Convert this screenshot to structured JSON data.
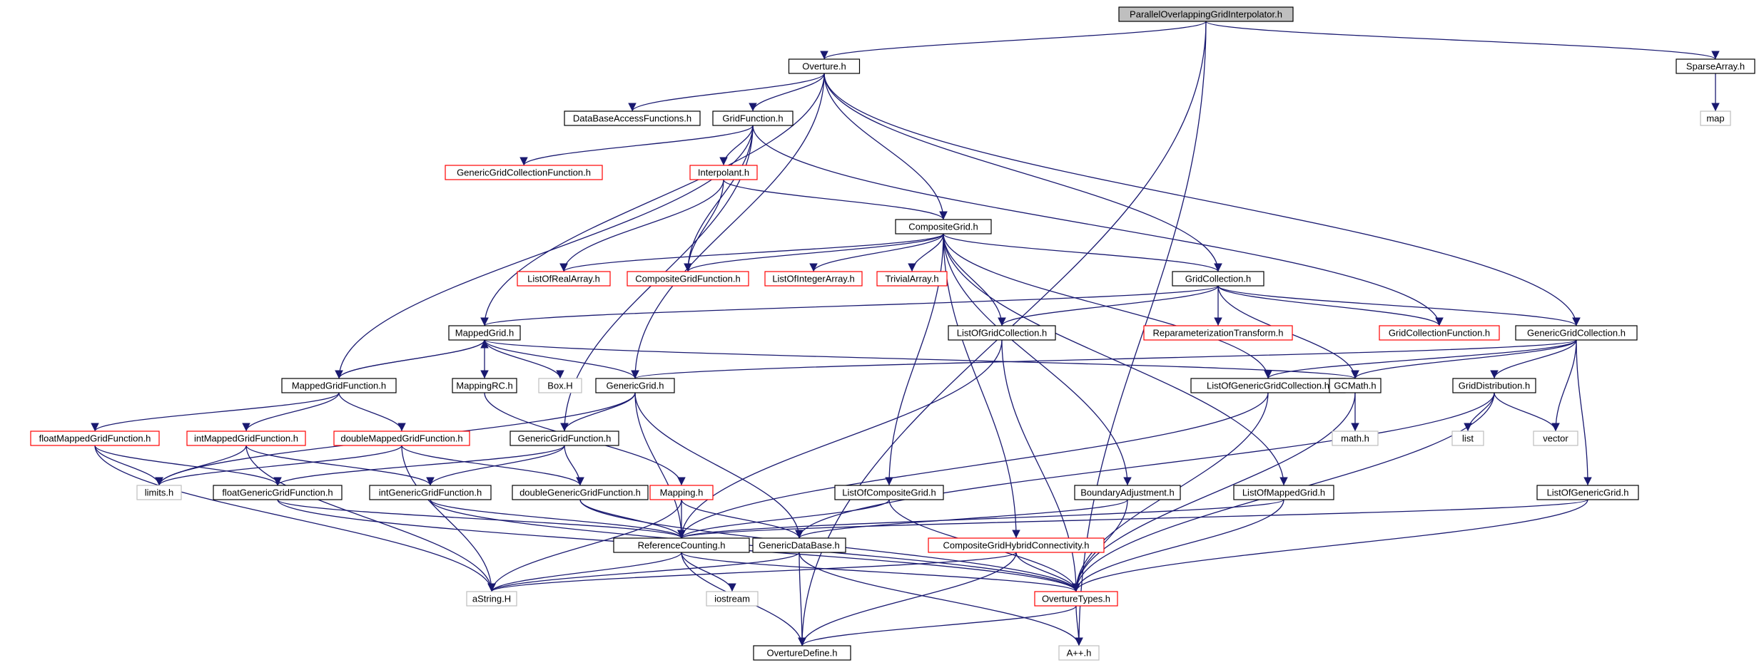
{
  "graph": {
    "colors": {
      "edge": "#191970",
      "black_border": "#000000",
      "red_border": "#ff0000",
      "gray_border": "#bfbfbf",
      "root_fill": "#bfbfbf"
    },
    "nodes": [
      {
        "id": "root",
        "label": "ParallelOverlappingGridInterpolator.h",
        "style": "root"
      },
      {
        "id": "overture",
        "label": "Overture.h",
        "style": "black"
      },
      {
        "id": "sparsearray",
        "label": "SparseArray.h",
        "style": "black"
      },
      {
        "id": "map",
        "label": "map",
        "style": "gray"
      },
      {
        "id": "dbaccess",
        "label": "DataBaseAccessFunctions.h",
        "style": "black"
      },
      {
        "id": "gridfunction",
        "label": "GridFunction.h",
        "style": "black"
      },
      {
        "id": "ggcfunction",
        "label": "GenericGridCollectionFunction.h",
        "style": "red"
      },
      {
        "id": "interpolant",
        "label": "Interpolant.h",
        "style": "red"
      },
      {
        "id": "compositegrid",
        "label": "CompositeGrid.h",
        "style": "black"
      },
      {
        "id": "listofrealarray",
        "label": "ListOfRealArray.h",
        "style": "red"
      },
      {
        "id": "cgfunction",
        "label": "CompositeGridFunction.h",
        "style": "red"
      },
      {
        "id": "listofintarray",
        "label": "ListOfIntegerArray.h",
        "style": "red"
      },
      {
        "id": "trivialarray",
        "label": "TrivialArray.h",
        "style": "red"
      },
      {
        "id": "gridcollection",
        "label": "GridCollection.h",
        "style": "black"
      },
      {
        "id": "mappedgrid",
        "label": "MappedGrid.h",
        "style": "black"
      },
      {
        "id": "listofgc",
        "label": "ListOfGridCollection.h",
        "style": "black"
      },
      {
        "id": "reparam",
        "label": "ReparameterizationTransform.h",
        "style": "red"
      },
      {
        "id": "gcfunction",
        "label": "GridCollectionFunction.h",
        "style": "red"
      },
      {
        "id": "ggc",
        "label": "GenericGridCollection.h",
        "style": "black"
      },
      {
        "id": "mgfunction",
        "label": "MappedGridFunction.h",
        "style": "black"
      },
      {
        "id": "mappingrc",
        "label": "MappingRC.h",
        "style": "black"
      },
      {
        "id": "boxh",
        "label": "Box.H",
        "style": "gray"
      },
      {
        "id": "genericgrid",
        "label": "GenericGrid.h",
        "style": "black"
      },
      {
        "id": "listofggc",
        "label": "ListOfGenericGridCollection.h",
        "style": "black"
      },
      {
        "id": "gcmath",
        "label": "GCMath.h",
        "style": "black"
      },
      {
        "id": "griddist",
        "label": "GridDistribution.h",
        "style": "black"
      },
      {
        "id": "floatmgf",
        "label": "floatMappedGridFunction.h",
        "style": "red"
      },
      {
        "id": "intmgf",
        "label": "intMappedGridFunction.h",
        "style": "red"
      },
      {
        "id": "doublemgf",
        "label": "doubleMappedGridFunction.h",
        "style": "red"
      },
      {
        "id": "ggfunction",
        "label": "GenericGridFunction.h",
        "style": "black"
      },
      {
        "id": "mathh",
        "label": "math.h",
        "style": "gray"
      },
      {
        "id": "list",
        "label": "list",
        "style": "gray"
      },
      {
        "id": "vector",
        "label": "vector",
        "style": "gray"
      },
      {
        "id": "limits",
        "label": "limits.h",
        "style": "gray"
      },
      {
        "id": "floatggf",
        "label": "floatGenericGridFunction.h",
        "style": "black"
      },
      {
        "id": "intggf",
        "label": "intGenericGridFunction.h",
        "style": "black"
      },
      {
        "id": "doubleggf",
        "label": "doubleGenericGridFunction.h",
        "style": "black"
      },
      {
        "id": "mapping",
        "label": "Mapping.h",
        "style": "red"
      },
      {
        "id": "listofcg",
        "label": "ListOfCompositeGrid.h",
        "style": "black"
      },
      {
        "id": "boundaryadj",
        "label": "BoundaryAdjustment.h",
        "style": "black"
      },
      {
        "id": "listofmg",
        "label": "ListOfMappedGrid.h",
        "style": "black"
      },
      {
        "id": "listofgg",
        "label": "ListOfGenericGrid.h",
        "style": "black"
      },
      {
        "id": "refcount",
        "label": "ReferenceCounting.h",
        "style": "black"
      },
      {
        "id": "gdb",
        "label": "GenericDataBase.h",
        "style": "black"
      },
      {
        "id": "cghc",
        "label": "CompositeGridHybridConnectivity.h",
        "style": "red"
      },
      {
        "id": "astring",
        "label": "aString.H",
        "style": "gray"
      },
      {
        "id": "iostream",
        "label": "iostream",
        "style": "gray"
      },
      {
        "id": "overturetypes",
        "label": "OvertureTypes.h",
        "style": "red"
      },
      {
        "id": "overturedefine",
        "label": "OvertureDefine.h",
        "style": "black"
      },
      {
        "id": "aplusplus",
        "label": "A++.h",
        "style": "gray"
      }
    ],
    "edges": [
      [
        "root",
        "overture"
      ],
      [
        "root",
        "sparsearray"
      ],
      [
        "root",
        "overturedefine"
      ],
      [
        "root",
        "aplusplus"
      ],
      [
        "sparsearray",
        "map"
      ],
      [
        "overture",
        "dbaccess"
      ],
      [
        "overture",
        "gridfunction"
      ],
      [
        "overture",
        "compositegrid"
      ],
      [
        "overture",
        "gridcollection"
      ],
      [
        "overture",
        "mappedgrid"
      ],
      [
        "overture",
        "genericgrid"
      ],
      [
        "overture",
        "ggc"
      ],
      [
        "gridfunction",
        "ggcfunction"
      ],
      [
        "gridfunction",
        "interpolant"
      ],
      [
        "gridfunction",
        "cgfunction"
      ],
      [
        "gridfunction",
        "gcfunction"
      ],
      [
        "gridfunction",
        "mgfunction"
      ],
      [
        "gridfunction",
        "ggfunction"
      ],
      [
        "interpolant",
        "compositegrid"
      ],
      [
        "interpolant",
        "listofrealarray"
      ],
      [
        "interpolant",
        "cgfunction"
      ],
      [
        "compositegrid",
        "listofrealarray"
      ],
      [
        "compositegrid",
        "cgfunction"
      ],
      [
        "compositegrid",
        "listofintarray"
      ],
      [
        "compositegrid",
        "trivialarray"
      ],
      [
        "compositegrid",
        "gridcollection"
      ],
      [
        "compositegrid",
        "listofgc"
      ],
      [
        "compositegrid",
        "listofggc"
      ],
      [
        "compositegrid",
        "listofcg"
      ],
      [
        "compositegrid",
        "cghc"
      ],
      [
        "compositegrid",
        "boundaryadj"
      ],
      [
        "compositegrid",
        "listofmg"
      ],
      [
        "gridcollection",
        "mappedgrid"
      ],
      [
        "gridcollection",
        "listofgc"
      ],
      [
        "gridcollection",
        "reparam"
      ],
      [
        "gridcollection",
        "gcfunction"
      ],
      [
        "gridcollection",
        "ggc"
      ],
      [
        "gridcollection",
        "gcmath"
      ],
      [
        "mappedgrid",
        "mgfunction"
      ],
      [
        "mappedgrid",
        "mappingrc"
      ],
      [
        "mappedgrid",
        "boxh"
      ],
      [
        "mappedgrid",
        "genericgrid"
      ],
      [
        "mappedgrid",
        "gcmath"
      ],
      [
        "mgfunction",
        "mappedgrid"
      ],
      [
        "mgfunction",
        "floatmgf"
      ],
      [
        "mgfunction",
        "intmgf"
      ],
      [
        "mgfunction",
        "doublemgf"
      ],
      [
        "ggc",
        "genericgrid"
      ],
      [
        "ggc",
        "listofggc"
      ],
      [
        "ggc",
        "gcmath"
      ],
      [
        "ggc",
        "griddist"
      ],
      [
        "ggc",
        "vector"
      ],
      [
        "ggc",
        "listofgg"
      ],
      [
        "genericgrid",
        "limits"
      ],
      [
        "genericgrid",
        "ggfunction"
      ],
      [
        "genericgrid",
        "refcount"
      ],
      [
        "genericgrid",
        "gdb"
      ],
      [
        "mappingrc",
        "mapping"
      ],
      [
        "listofgc",
        "refcount"
      ],
      [
        "listofgc",
        "overturetypes"
      ],
      [
        "listofggc",
        "refcount"
      ],
      [
        "listofggc",
        "overturetypes"
      ],
      [
        "gcmath",
        "mathh"
      ],
      [
        "gcmath",
        "overturetypes"
      ],
      [
        "griddist",
        "list"
      ],
      [
        "griddist",
        "vector"
      ],
      [
        "griddist",
        "gdb"
      ],
      [
        "griddist",
        "overturetypes"
      ],
      [
        "floatmgf",
        "limits"
      ],
      [
        "floatmgf",
        "floatggf"
      ],
      [
        "floatmgf",
        "astring"
      ],
      [
        "intmgf",
        "limits"
      ],
      [
        "intmgf",
        "intggf"
      ],
      [
        "intmgf",
        "astring"
      ],
      [
        "doublemgf",
        "limits"
      ],
      [
        "doublemgf",
        "doubleggf"
      ],
      [
        "doublemgf",
        "astring"
      ],
      [
        "ggfunction",
        "floatggf"
      ],
      [
        "ggfunction",
        "intggf"
      ],
      [
        "ggfunction",
        "doubleggf"
      ],
      [
        "floatggf",
        "refcount"
      ],
      [
        "floatggf",
        "overturetypes"
      ],
      [
        "intggf",
        "refcount"
      ],
      [
        "intggf",
        "overturetypes"
      ],
      [
        "doubleggf",
        "refcount"
      ],
      [
        "doubleggf",
        "overturetypes"
      ],
      [
        "mapping",
        "refcount"
      ],
      [
        "mapping",
        "gdb"
      ],
      [
        "mapping",
        "astring"
      ],
      [
        "listofcg",
        "refcount"
      ],
      [
        "listofcg",
        "overturetypes"
      ],
      [
        "boundaryadj",
        "gdb"
      ],
      [
        "boundaryadj",
        "overturetypes"
      ],
      [
        "listofmg",
        "refcount"
      ],
      [
        "listofmg",
        "overturetypes"
      ],
      [
        "listofgg",
        "refcount"
      ],
      [
        "listofgg",
        "overturetypes"
      ],
      [
        "refcount",
        "astring"
      ],
      [
        "refcount",
        "iostream"
      ],
      [
        "refcount",
        "overturetypes"
      ],
      [
        "refcount",
        "overturedefine"
      ],
      [
        "gdb",
        "astring"
      ],
      [
        "gdb",
        "overturedefine"
      ],
      [
        "gdb",
        "aplusplus"
      ],
      [
        "cghc",
        "astring"
      ],
      [
        "cghc",
        "overturetypes"
      ],
      [
        "cghc",
        "overturedefine"
      ],
      [
        "overturetypes",
        "overturedefine"
      ],
      [
        "overturetypes",
        "aplusplus"
      ]
    ]
  }
}
